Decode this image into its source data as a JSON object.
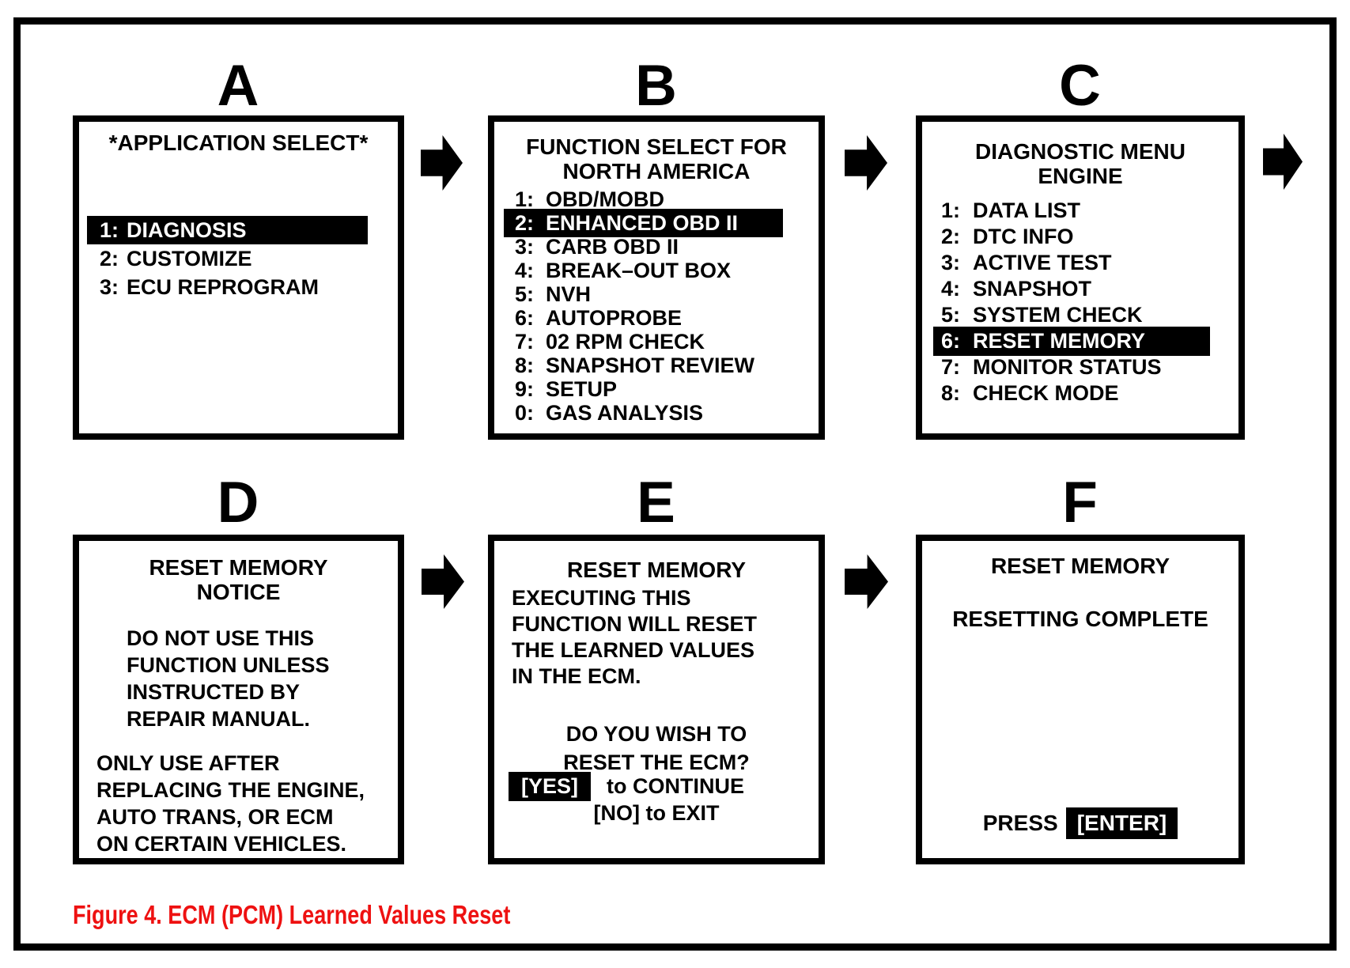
{
  "figure_caption": "Figure 4. ECM (PCM) Learned Values Reset",
  "colors": {
    "ink": "#000000",
    "paper": "#ffffff",
    "caption_red": "#ee1111",
    "highlight_bg": "#000000",
    "highlight_fg": "#ffffff"
  },
  "panels": {
    "a": {
      "label": "A",
      "title": "*APPLICATION SELECT*",
      "items": [
        {
          "num": "1:",
          "label": "DIAGNOSIS",
          "highlighted": true
        },
        {
          "num": "2:",
          "label": "CUSTOMIZE",
          "highlighted": false
        },
        {
          "num": "3:",
          "label": "ECU REPROGRAM",
          "highlighted": false
        }
      ]
    },
    "b": {
      "label": "B",
      "title_line1": "FUNCTION SELECT FOR",
      "title_line2": "NORTH AMERICA",
      "items": [
        {
          "num": "1:",
          "label": "OBD/MOBD",
          "highlighted": false
        },
        {
          "num": "2:",
          "label": "ENHANCED OBD II",
          "highlighted": true
        },
        {
          "num": "3:",
          "label": "CARB OBD II",
          "highlighted": false
        },
        {
          "num": "4:",
          "label": "BREAK–OUT BOX",
          "highlighted": false
        },
        {
          "num": "5:",
          "label": "NVH",
          "highlighted": false
        },
        {
          "num": "6:",
          "label": "AUTOPROBE",
          "highlighted": false
        },
        {
          "num": "7:",
          "label": "02 RPM CHECK",
          "highlighted": false
        },
        {
          "num": "8:",
          "label": "SNAPSHOT REVIEW",
          "highlighted": false
        },
        {
          "num": "9:",
          "label": "SETUP",
          "highlighted": false
        },
        {
          "num": "0:",
          "label": "GAS ANALYSIS",
          "highlighted": false
        }
      ]
    },
    "c": {
      "label": "C",
      "title_line1": "DIAGNOSTIC MENU",
      "title_line2": "ENGINE",
      "items": [
        {
          "num": "1:",
          "label": "DATA LIST",
          "highlighted": false
        },
        {
          "num": "2:",
          "label": "DTC INFO",
          "highlighted": false
        },
        {
          "num": "3:",
          "label": "ACTIVE TEST",
          "highlighted": false
        },
        {
          "num": "4:",
          "label": "SNAPSHOT",
          "highlighted": false
        },
        {
          "num": "5:",
          "label": "SYSTEM CHECK",
          "highlighted": false
        },
        {
          "num": "6:",
          "label": "RESET MEMORY",
          "highlighted": true
        },
        {
          "num": "7:",
          "label": "MONITOR STATUS",
          "highlighted": false
        },
        {
          "num": "8:",
          "label": "CHECK MODE",
          "highlighted": false
        }
      ]
    },
    "d": {
      "label": "D",
      "title_line1": "RESET MEMORY",
      "title_line2": "NOTICE",
      "warning1": [
        "DO NOT USE THIS",
        "FUNCTION UNLESS",
        "INSTRUCTED BY",
        "REPAIR MANUAL."
      ],
      "warning2": [
        "ONLY USE AFTER",
        "REPLACING THE ENGINE,",
        "AUTO TRANS, OR ECM",
        "ON CERTAIN VEHICLES."
      ]
    },
    "e": {
      "label": "E",
      "title": "RESET MEMORY",
      "body": [
        "EXECUTING THIS",
        "FUNCTION WILL RESET",
        "THE LEARNED VALUES",
        "IN THE ECM."
      ],
      "question": [
        "DO YOU WISH TO",
        "RESET THE ECM?"
      ],
      "yes_key": "[YES]",
      "yes_action": "to CONTINUE",
      "no_line": "[NO] to EXIT"
    },
    "f": {
      "label": "F",
      "title": "RESET MEMORY",
      "status": "RESETTING COMPLETE",
      "press_label": "PRESS",
      "enter_key": "[ENTER]"
    }
  }
}
